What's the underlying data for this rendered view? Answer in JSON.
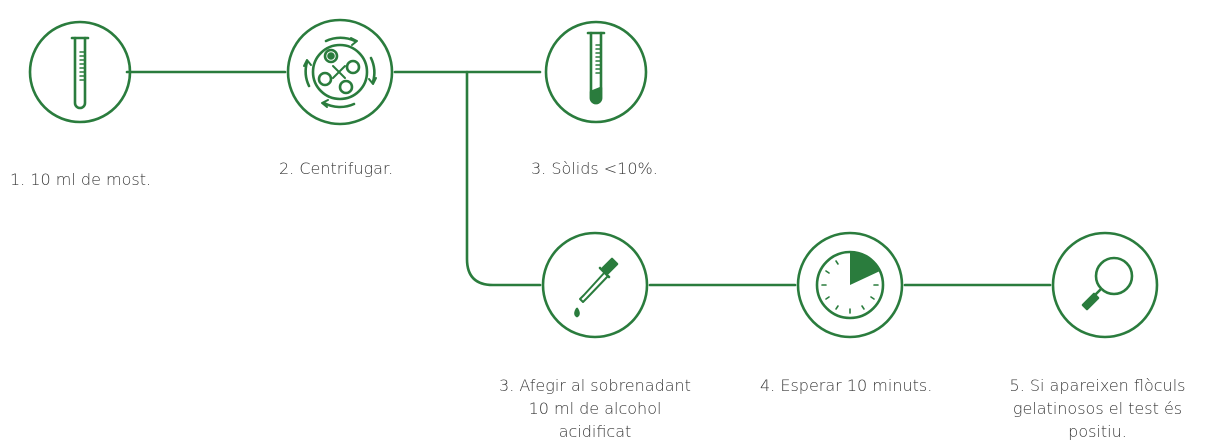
{
  "colors": {
    "accent": "#2a7c3d",
    "text": "#3a3a3a",
    "background": "#ffffff"
  },
  "steps": [
    {
      "icon": "test-tube-empty-icon",
      "label": "1. 10 ml de most."
    },
    {
      "icon": "centrifuge-icon",
      "label": "2. Centrifugar."
    },
    {
      "icon": "test-tube-sediment-icon",
      "label": "3. Sòlids <10%."
    },
    {
      "icon": "pipette-dropper-icon",
      "label": [
        "3. Afegir al sobrenadant",
        "10 ml de alcohol",
        "acidificat"
      ]
    },
    {
      "icon": "timer-icon",
      "label": "4. Esperar 10 minuts."
    },
    {
      "icon": "magnifier-icon",
      "label": [
        "5. Si apareixen flòculs",
        "gelatinosos el test és",
        "positiu."
      ]
    }
  ]
}
